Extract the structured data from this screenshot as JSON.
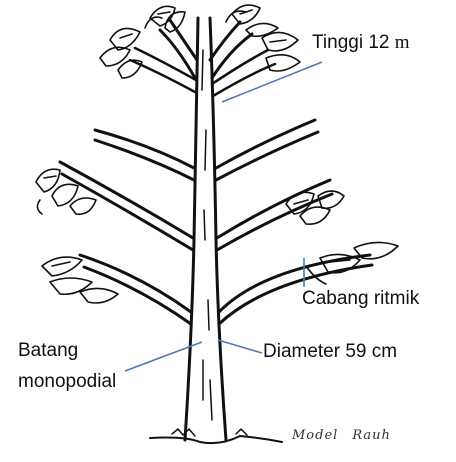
{
  "labels": {
    "height_prefix": "Tinggi 12",
    "height_unit": "m",
    "rhythmic_branch": "Cabang ritmik",
    "trunk_line1": "Batang",
    "trunk_line2": "monopodial",
    "diameter": "Diameter 59 cm"
  },
  "signature": {
    "word1": "Model",
    "word2": "Rauh"
  },
  "colors": {
    "leader_line": "#4a7bb8",
    "ink": "#111111"
  }
}
